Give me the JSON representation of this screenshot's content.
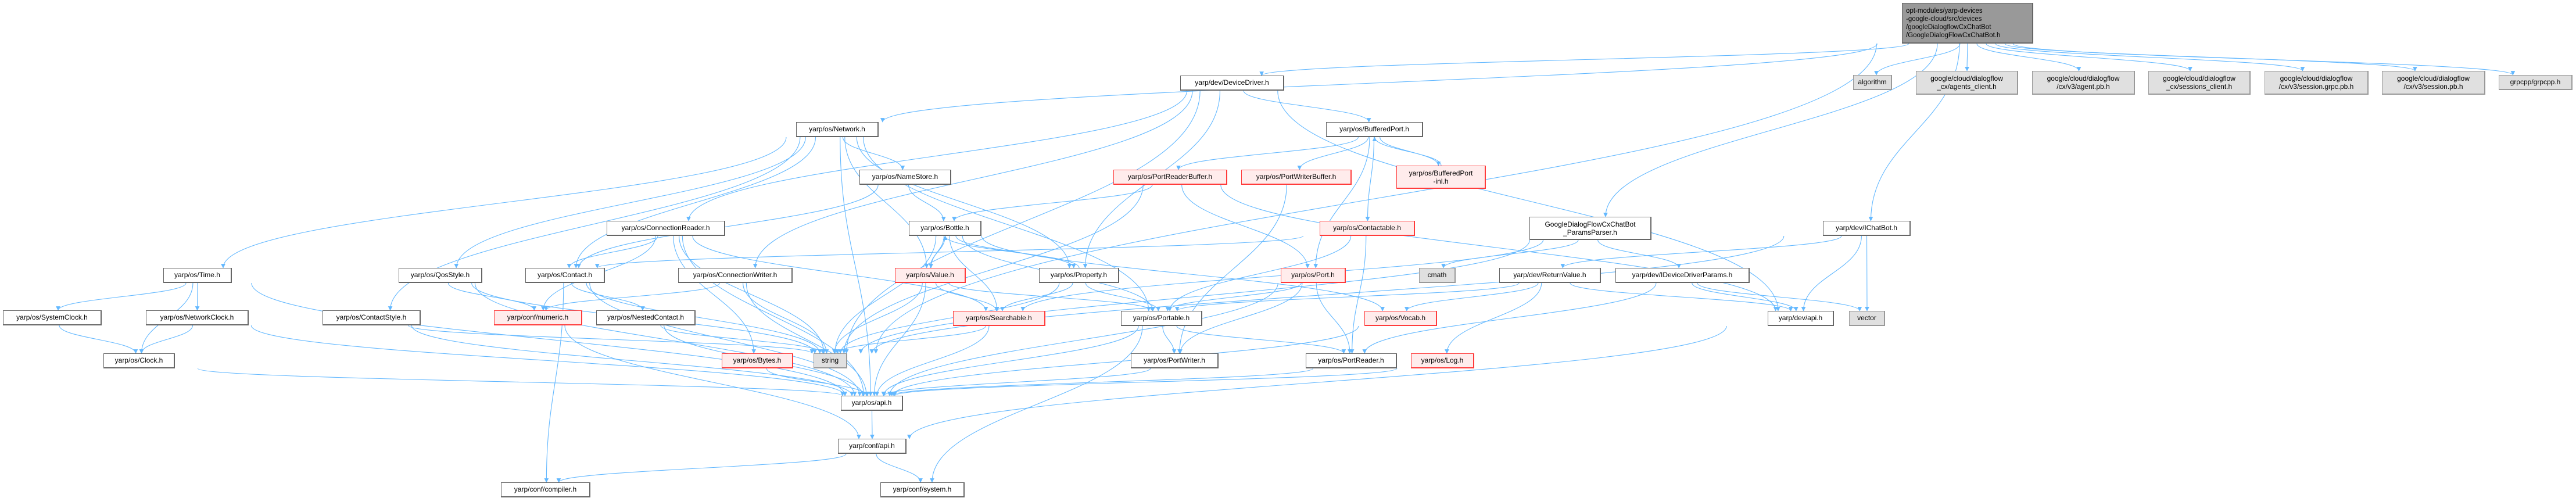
{
  "colors": {
    "edge": "#63b8ff",
    "main_fill": "#999999",
    "red_border": "#ff3b3b",
    "red_fill": "#ffecec",
    "sys_fill": "#e0e0e0"
  },
  "nodes": [
    {
      "id": "main",
      "kind": "main",
      "label": "opt-modules/yarp-devices\n-google-cloud/src/devices\n/googleDialogflowCxChatBot\n/GoogleDialogFlowCxChatBot.h"
    },
    {
      "id": "devicedriver",
      "kind": "normal",
      "label": "yarp/dev/DeviceDriver.h"
    },
    {
      "id": "algorithm",
      "kind": "sys",
      "label": "algorithm"
    },
    {
      "id": "agents_client",
      "kind": "sys",
      "label": "google/cloud/dialogflow\n_cx/agents_client.h"
    },
    {
      "id": "agent_pb",
      "kind": "sys",
      "label": "google/cloud/dialogflow\n/cx/v3/agent.pb.h"
    },
    {
      "id": "sessions_client",
      "kind": "sys",
      "label": "google/cloud/dialogflow\n_cx/sessions_client.h"
    },
    {
      "id": "session_grpc",
      "kind": "sys",
      "label": "google/cloud/dialogflow\n/cx/v3/session.grpc.pb.h"
    },
    {
      "id": "session_pb",
      "kind": "sys",
      "label": "google/cloud/dialogflow\n/cx/v3/session.pb.h"
    },
    {
      "id": "grpcpp",
      "kind": "sys",
      "label": "grpcpp/grpcpp.h"
    },
    {
      "id": "network",
      "kind": "normal",
      "label": "yarp/os/Network.h"
    },
    {
      "id": "bufferedport",
      "kind": "normal",
      "label": "yarp/os/BufferedPort.h"
    },
    {
      "id": "namestore",
      "kind": "normal",
      "label": "yarp/os/NameStore.h"
    },
    {
      "id": "portreaderbuffer",
      "kind": "red",
      "label": "yarp/os/PortReaderBuffer.h"
    },
    {
      "id": "portwriterbuffer",
      "kind": "red",
      "label": "yarp/os/PortWriterBuffer.h"
    },
    {
      "id": "bufferedport_inl",
      "kind": "red",
      "label": "yarp/os/BufferedPort\n-inl.h"
    },
    {
      "id": "connectionreader",
      "kind": "normal",
      "label": "yarp/os/ConnectionReader.h"
    },
    {
      "id": "bottle",
      "kind": "normal",
      "label": "yarp/os/Bottle.h"
    },
    {
      "id": "contactable",
      "kind": "red",
      "label": "yarp/os/Contactable.h"
    },
    {
      "id": "paramsparser",
      "kind": "normal",
      "label": "GoogleDialogFlowCxChatBot\n_ParamsParser.h"
    },
    {
      "id": "ichatbot",
      "kind": "normal",
      "label": "yarp/dev/IChatBot.h"
    },
    {
      "id": "time",
      "kind": "normal",
      "label": "yarp/os/Time.h"
    },
    {
      "id": "qosstyle",
      "kind": "normal",
      "label": "yarp/os/QosStyle.h"
    },
    {
      "id": "contact",
      "kind": "normal",
      "label": "yarp/os/Contact.h"
    },
    {
      "id": "connectionwriter",
      "kind": "normal",
      "label": "yarp/os/ConnectionWriter.h"
    },
    {
      "id": "value",
      "kind": "red",
      "label": "yarp/os/Value.h"
    },
    {
      "id": "property",
      "kind": "normal",
      "label": "yarp/os/Property.h"
    },
    {
      "id": "port",
      "kind": "red",
      "label": "yarp/os/Port.h"
    },
    {
      "id": "cmath",
      "kind": "sys",
      "label": "cmath"
    },
    {
      "id": "returnvalue",
      "kind": "normal",
      "label": "yarp/dev/ReturnValue.h"
    },
    {
      "id": "ideviceparams",
      "kind": "normal",
      "label": "yarp/dev/IDeviceDriverParams.h"
    },
    {
      "id": "systemclock",
      "kind": "normal",
      "label": "yarp/os/SystemClock.h"
    },
    {
      "id": "networkclock",
      "kind": "normal",
      "label": "yarp/os/NetworkClock.h"
    },
    {
      "id": "contactstyle",
      "kind": "normal",
      "label": "yarp/os/ContactStyle.h"
    },
    {
      "id": "numeric",
      "kind": "red",
      "label": "yarp/conf/numeric.h"
    },
    {
      "id": "nestedcontact",
      "kind": "normal",
      "label": "yarp/os/NestedContact.h"
    },
    {
      "id": "searchable",
      "kind": "red",
      "label": "yarp/os/Searchable.h"
    },
    {
      "id": "portable",
      "kind": "normal",
      "label": "yarp/os/Portable.h"
    },
    {
      "id": "vocab",
      "kind": "red",
      "label": "yarp/os/Vocab.h"
    },
    {
      "id": "devapi",
      "kind": "normal",
      "label": "yarp/dev/api.h"
    },
    {
      "id": "vector",
      "kind": "sys",
      "label": "vector"
    },
    {
      "id": "clock",
      "kind": "normal",
      "label": "yarp/os/Clock.h"
    },
    {
      "id": "bytes",
      "kind": "red",
      "label": "yarp/os/Bytes.h"
    },
    {
      "id": "string",
      "kind": "sys",
      "label": "string"
    },
    {
      "id": "portwriter",
      "kind": "normal",
      "label": "yarp/os/PortWriter.h"
    },
    {
      "id": "portreader",
      "kind": "normal",
      "label": "yarp/os/PortReader.h"
    },
    {
      "id": "log",
      "kind": "red",
      "label": "yarp/os/Log.h"
    },
    {
      "id": "osapi",
      "kind": "normal",
      "label": "yarp/os/api.h"
    },
    {
      "id": "confapi",
      "kind": "normal",
      "label": "yarp/conf/api.h"
    },
    {
      "id": "compiler",
      "kind": "normal",
      "label": "yarp/conf/compiler.h"
    },
    {
      "id": "system",
      "kind": "normal",
      "label": "yarp/conf/system.h"
    }
  ],
  "edges": [
    [
      "main",
      "network"
    ],
    [
      "main",
      "devicedriver"
    ],
    [
      "main",
      "algorithm"
    ],
    [
      "main",
      "agents_client"
    ],
    [
      "main",
      "agent_pb"
    ],
    [
      "main",
      "sessions_client"
    ],
    [
      "main",
      "session_grpc"
    ],
    [
      "main",
      "session_pb"
    ],
    [
      "main",
      "grpcpp"
    ],
    [
      "main",
      "paramsparser"
    ],
    [
      "main",
      "ichatbot"
    ],
    [
      "main",
      "string"
    ],
    [
      "devicedriver",
      "bufferedport"
    ],
    [
      "devicedriver",
      "connectionreader"
    ],
    [
      "devicedriver",
      "connectionwriter"
    ],
    [
      "devicedriver",
      "property"
    ],
    [
      "devicedriver",
      "devapi"
    ],
    [
      "devicedriver",
      "string"
    ],
    [
      "network",
      "time"
    ],
    [
      "network",
      "qosstyle"
    ],
    [
      "network",
      "contactstyle"
    ],
    [
      "network",
      "contact"
    ],
    [
      "network",
      "namestore"
    ],
    [
      "network",
      "value"
    ],
    [
      "network",
      "property"
    ],
    [
      "network",
      "portable"
    ],
    [
      "network",
      "osapi"
    ],
    [
      "time",
      "systemclock"
    ],
    [
      "time",
      "networkclock"
    ],
    [
      "time",
      "clock"
    ],
    [
      "time",
      "osapi"
    ],
    [
      "systemclock",
      "clock"
    ],
    [
      "networkclock",
      "clock"
    ],
    [
      "networkclock",
      "osapi"
    ],
    [
      "clock",
      "osapi"
    ],
    [
      "qosstyle",
      "numeric"
    ],
    [
      "qosstyle",
      "osapi"
    ],
    [
      "qosstyle",
      "string"
    ],
    [
      "contactstyle",
      "osapi"
    ],
    [
      "contactstyle",
      "string"
    ],
    [
      "contact",
      "nestedcontact"
    ],
    [
      "contact",
      "compiler"
    ],
    [
      "contact",
      "osapi"
    ],
    [
      "contact",
      "string"
    ],
    [
      "connectionreader",
      "contact"
    ],
    [
      "connectionreader",
      "numeric"
    ],
    [
      "connectionreader",
      "bytes"
    ],
    [
      "connectionreader",
      "searchable"
    ],
    [
      "connectionreader",
      "osapi"
    ],
    [
      "connectionreader",
      "string"
    ],
    [
      "connectionwriter",
      "numeric"
    ],
    [
      "connectionwriter",
      "osapi"
    ],
    [
      "connectionwriter",
      "string"
    ],
    [
      "nestedcontact",
      "osapi"
    ],
    [
      "nestedcontact",
      "string"
    ],
    [
      "numeric",
      "confapi"
    ],
    [
      "namestore",
      "bottle"
    ],
    [
      "namestore",
      "contact"
    ],
    [
      "bottle",
      "value"
    ],
    [
      "bottle",
      "property"
    ],
    [
      "bottle",
      "searchable"
    ],
    [
      "bottle",
      "portable"
    ],
    [
      "bottle",
      "string"
    ],
    [
      "bottle",
      "vocab"
    ],
    [
      "value",
      "bottle"
    ],
    [
      "value",
      "searchable"
    ],
    [
      "value",
      "portable"
    ],
    [
      "value",
      "string"
    ],
    [
      "value",
      "osapi"
    ],
    [
      "property",
      "bottle"
    ],
    [
      "property",
      "searchable"
    ],
    [
      "property",
      "portable"
    ],
    [
      "property",
      "string"
    ],
    [
      "searchable",
      "osapi"
    ],
    [
      "searchable",
      "string"
    ],
    [
      "portable",
      "portwriter"
    ],
    [
      "portable",
      "portreader"
    ],
    [
      "portable",
      "osapi"
    ],
    [
      "portable",
      "system"
    ],
    [
      "portwriter",
      "osapi"
    ],
    [
      "portreader",
      "osapi"
    ],
    [
      "bytes",
      "osapi"
    ],
    [
      "osapi",
      "confapi"
    ],
    [
      "confapi",
      "system"
    ],
    [
      "confapi",
      "compiler"
    ],
    [
      "bufferedport",
      "portreaderbuffer"
    ],
    [
      "bufferedport",
      "portwriterbuffer"
    ],
    [
      "bufferedport",
      "bufferedport_inl"
    ],
    [
      "bufferedport",
      "contactable"
    ],
    [
      "bufferedport",
      "port"
    ],
    [
      "bufferedport_inl",
      "bufferedport"
    ],
    [
      "portreaderbuffer",
      "bottle"
    ],
    [
      "portreaderbuffer",
      "port"
    ],
    [
      "portreaderbuffer",
      "string"
    ],
    [
      "portreaderbuffer",
      "devapi"
    ],
    [
      "portwriterbuffer",
      "portwriter"
    ],
    [
      "contactable",
      "contact"
    ],
    [
      "contactable",
      "portreader"
    ],
    [
      "contactable",
      "portable"
    ],
    [
      "port",
      "portreader"
    ],
    [
      "port",
      "portwriter"
    ],
    [
      "port",
      "portable"
    ],
    [
      "port",
      "osapi"
    ],
    [
      "paramsparser",
      "ideviceparams"
    ],
    [
      "paramsparser",
      "cmath"
    ],
    [
      "paramsparser",
      "searchable"
    ],
    [
      "paramsparser",
      "string"
    ],
    [
      "ichatbot",
      "returnvalue"
    ],
    [
      "ichatbot",
      "devapi"
    ],
    [
      "ichatbot",
      "vector"
    ],
    [
      "ichatbot",
      "string"
    ],
    [
      "returnvalue",
      "vocab"
    ],
    [
      "returnvalue",
      "log"
    ],
    [
      "returnvalue",
      "devapi"
    ],
    [
      "returnvalue",
      "portable"
    ],
    [
      "ideviceparams",
      "devapi"
    ],
    [
      "ideviceparams",
      "vector"
    ],
    [
      "ideviceparams",
      "portreader"
    ],
    [
      "log",
      "osapi"
    ],
    [
      "vocab",
      "osapi"
    ],
    [
      "devapi",
      "confapi"
    ]
  ]
}
